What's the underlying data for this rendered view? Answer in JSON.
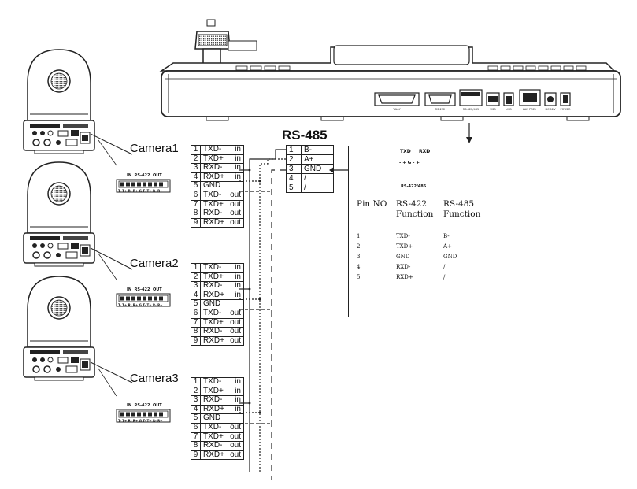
{
  "cameras": [
    {
      "label": "Camera1"
    },
    {
      "label": "Camera2"
    },
    {
      "label": "Camera3"
    }
  ],
  "camera_pins": [
    {
      "num": "1",
      "signal": "TXD-",
      "dir": "in"
    },
    {
      "num": "2",
      "signal": "TXD+",
      "dir": "in"
    },
    {
      "num": "3",
      "signal": "RXD-",
      "dir": "in"
    },
    {
      "num": "4",
      "signal": "RXD+",
      "dir": "in"
    },
    {
      "num": "5",
      "signal": "GND",
      "dir": ""
    },
    {
      "num": "6",
      "signal": "TXD-",
      "dir": "out"
    },
    {
      "num": "7",
      "signal": "TXD+",
      "dir": "out"
    },
    {
      "num": "8",
      "signal": "RXD-",
      "dir": "out"
    },
    {
      "num": "9",
      "signal": "RXD+",
      "dir": "out"
    }
  ],
  "camera_terminal": {
    "header": [
      "IN",
      "RS-422",
      "OUT"
    ],
    "pins": "T- T+ R- R+ G T- T+ R- R+"
  },
  "rs485": {
    "title": "RS-485",
    "pins": [
      {
        "num": "1",
        "signal": "B-"
      },
      {
        "num": "2",
        "signal": "A+"
      },
      {
        "num": "3",
        "signal": "GND"
      },
      {
        "num": "4",
        "signal": "/"
      },
      {
        "num": "5",
        "signal": "/"
      }
    ]
  },
  "controller": {
    "port_labels": [
      "TALLY",
      "RS-232",
      "RS-422/485",
      "USB",
      "USB",
      "LAN POE+",
      "DC 12V",
      "POWER"
    ]
  },
  "info_box": {
    "terminal": {
      "txd": "TXD",
      "rxd": "RXD",
      "pins": "- +   G   - +",
      "name": "RS-422/485"
    },
    "columns": [
      {
        "line1": "Pin NO",
        "line2": ""
      },
      {
        "line1": "RS-422",
        "line2": "Function"
      },
      {
        "line1": "RS-485",
        "line2": "Function"
      }
    ],
    "rows": [
      {
        "pin": "1",
        "rs422": "TXD-",
        "rs485": "B-"
      },
      {
        "pin": "2",
        "rs422": "TXD+",
        "rs485": "A+"
      },
      {
        "pin": "3",
        "rs422": "GND",
        "rs485": "GND"
      },
      {
        "pin": "4",
        "rs422": "RXD-",
        "rs485": "/"
      },
      {
        "pin": "5",
        "rs422": "RXD+",
        "rs485": "/"
      }
    ]
  }
}
